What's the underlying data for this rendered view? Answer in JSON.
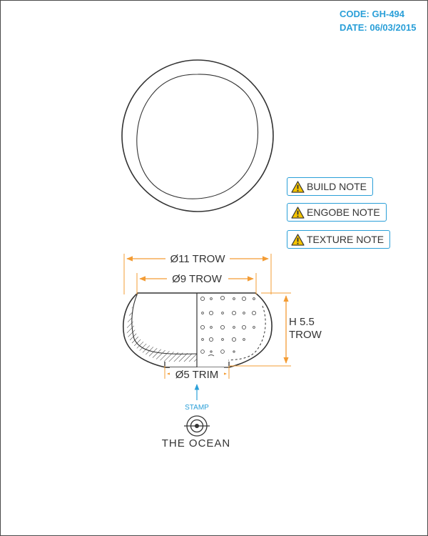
{
  "meta": {
    "code": "CODE: GH-494",
    "date": "DATE: 06/03/2015"
  },
  "notes": [
    {
      "label": "BUILD NOTE"
    },
    {
      "label": "ENGOBE NOTE"
    },
    {
      "label": "TEXTURE NOTE"
    }
  ],
  "dimensions": {
    "outer_diameter": "Ø11 TROW",
    "inner_diameter": "Ø9 TROW",
    "height_line1": "H 5.5",
    "height_line2": "TROW",
    "base_diameter": "Ø5 TRIM"
  },
  "stamp": {
    "label": "STAMP",
    "brand": "THE OCEAN"
  },
  "colors": {
    "accent_blue": "#2a9fd8",
    "dimension_orange": "#f39c34",
    "line": "#333333",
    "warning_yellow": "#f5c400"
  }
}
